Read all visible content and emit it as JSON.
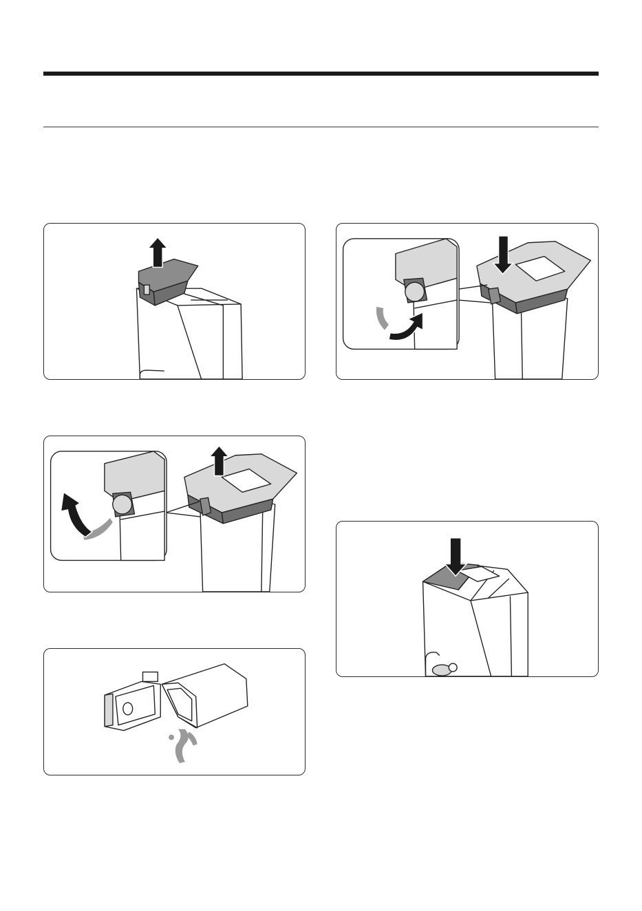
{
  "document": {
    "title": "",
    "figures": [
      {
        "id": "fig-1",
        "content": "lift-tray-up"
      },
      {
        "id": "fig-2",
        "content": "release-tray-latch"
      },
      {
        "id": "fig-3",
        "content": "empty-water-tray"
      },
      {
        "id": "fig-4",
        "content": "reinsert-tray"
      },
      {
        "id": "fig-5",
        "content": "press-cover-down"
      }
    ]
  },
  "colors": {
    "line": "#222222",
    "shade_dark": "#6f6f6f",
    "shade_mid": "#8c8c8c",
    "shade_light": "#d9d9d9",
    "arrow": "#1a1a1a",
    "motion_arrow": "#9a9a9a"
  }
}
